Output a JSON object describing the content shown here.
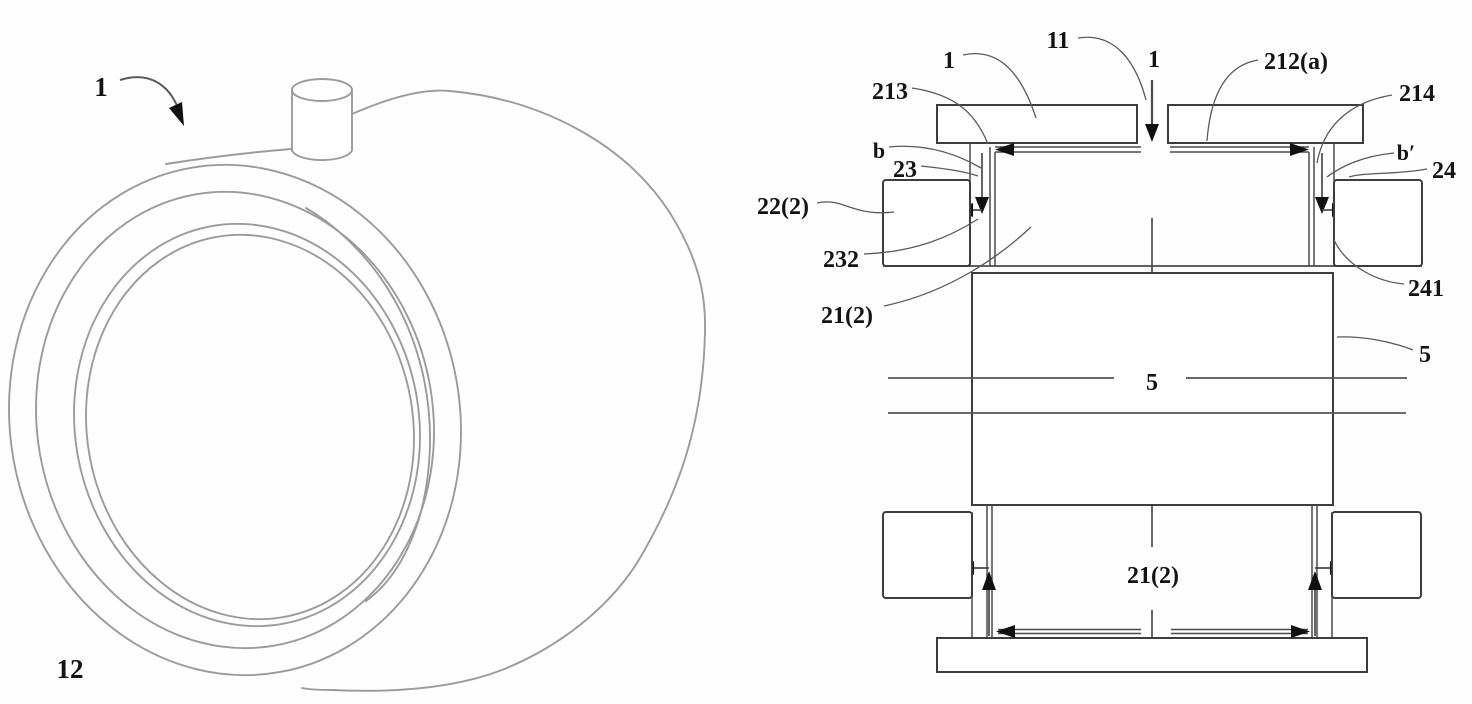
{
  "figure": {
    "kind": "patent-technical-drawing",
    "left_view": {
      "description": "perspective view of cylindrical sleeve with top port",
      "labels": {
        "ref1": "1",
        "ref12": "12"
      }
    },
    "right_view": {
      "description": "cross-section of sleeve coupling",
      "labels": {
        "ref1_left": "1",
        "ref11": "11",
        "ref1_center": "1",
        "ref212a": "212(a)",
        "ref213": "213",
        "ref214": "214",
        "ref_b": "b",
        "ref23": "23",
        "ref_b_prime": "b′",
        "ref24": "24",
        "ref22_2": "22(2)",
        "ref232": "232",
        "ref241": "241",
        "ref21_2_upper": "21(2)",
        "ref5_right": "5",
        "ref5_center": "5",
        "ref21_2_lower": "21(2)"
      }
    },
    "colors": {
      "background": "#fefefe",
      "light_line": "#9b9b9b",
      "dark_line": "#3d3d3d",
      "label_ink": "#141414"
    }
  }
}
